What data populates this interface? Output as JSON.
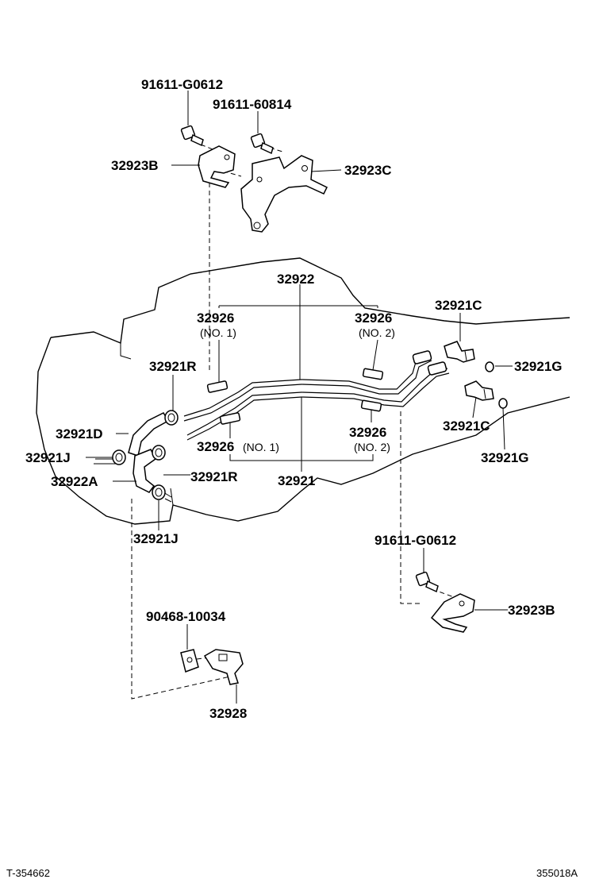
{
  "labels": {
    "bolt_top_left": "91611-G0612",
    "bolt_top_right": "91611-60814",
    "bracket_b_top": "32923B",
    "bracket_c": "32923C",
    "tube_upper": "32922",
    "clamp_no1_top": "32926",
    "clamp_no1_top_sub": "(NO. 1)",
    "clamp_no2_top": "32926",
    "clamp_no2_top_sub": "(NO. 2)",
    "union_c_top": "32921C",
    "gasket_g_top": "32921G",
    "clamp_r_top": "32921R",
    "hose_d": "32921D",
    "clamp_j_left": "32921J",
    "hose_a": "32922A",
    "clamp_r_bottom": "32921R",
    "clamp_j_bottom": "32921J",
    "clamp_no1_bottom": "32926",
    "clamp_no1_bottom_sub": "(NO. 1)",
    "tube_lower": "32921",
    "clamp_no2_bottom": "32926",
    "clamp_no2_bottom_sub": "(NO. 2)",
    "union_c_bottom": "32921C",
    "gasket_g_bottom": "32921G",
    "bolt_bottom": "91611-G0612",
    "bracket_b_bottom": "32923B",
    "nut": "90468-10034",
    "clamp_bottom": "32928"
  },
  "footer": {
    "left_code": "T-354662",
    "right_code": "355018A"
  }
}
